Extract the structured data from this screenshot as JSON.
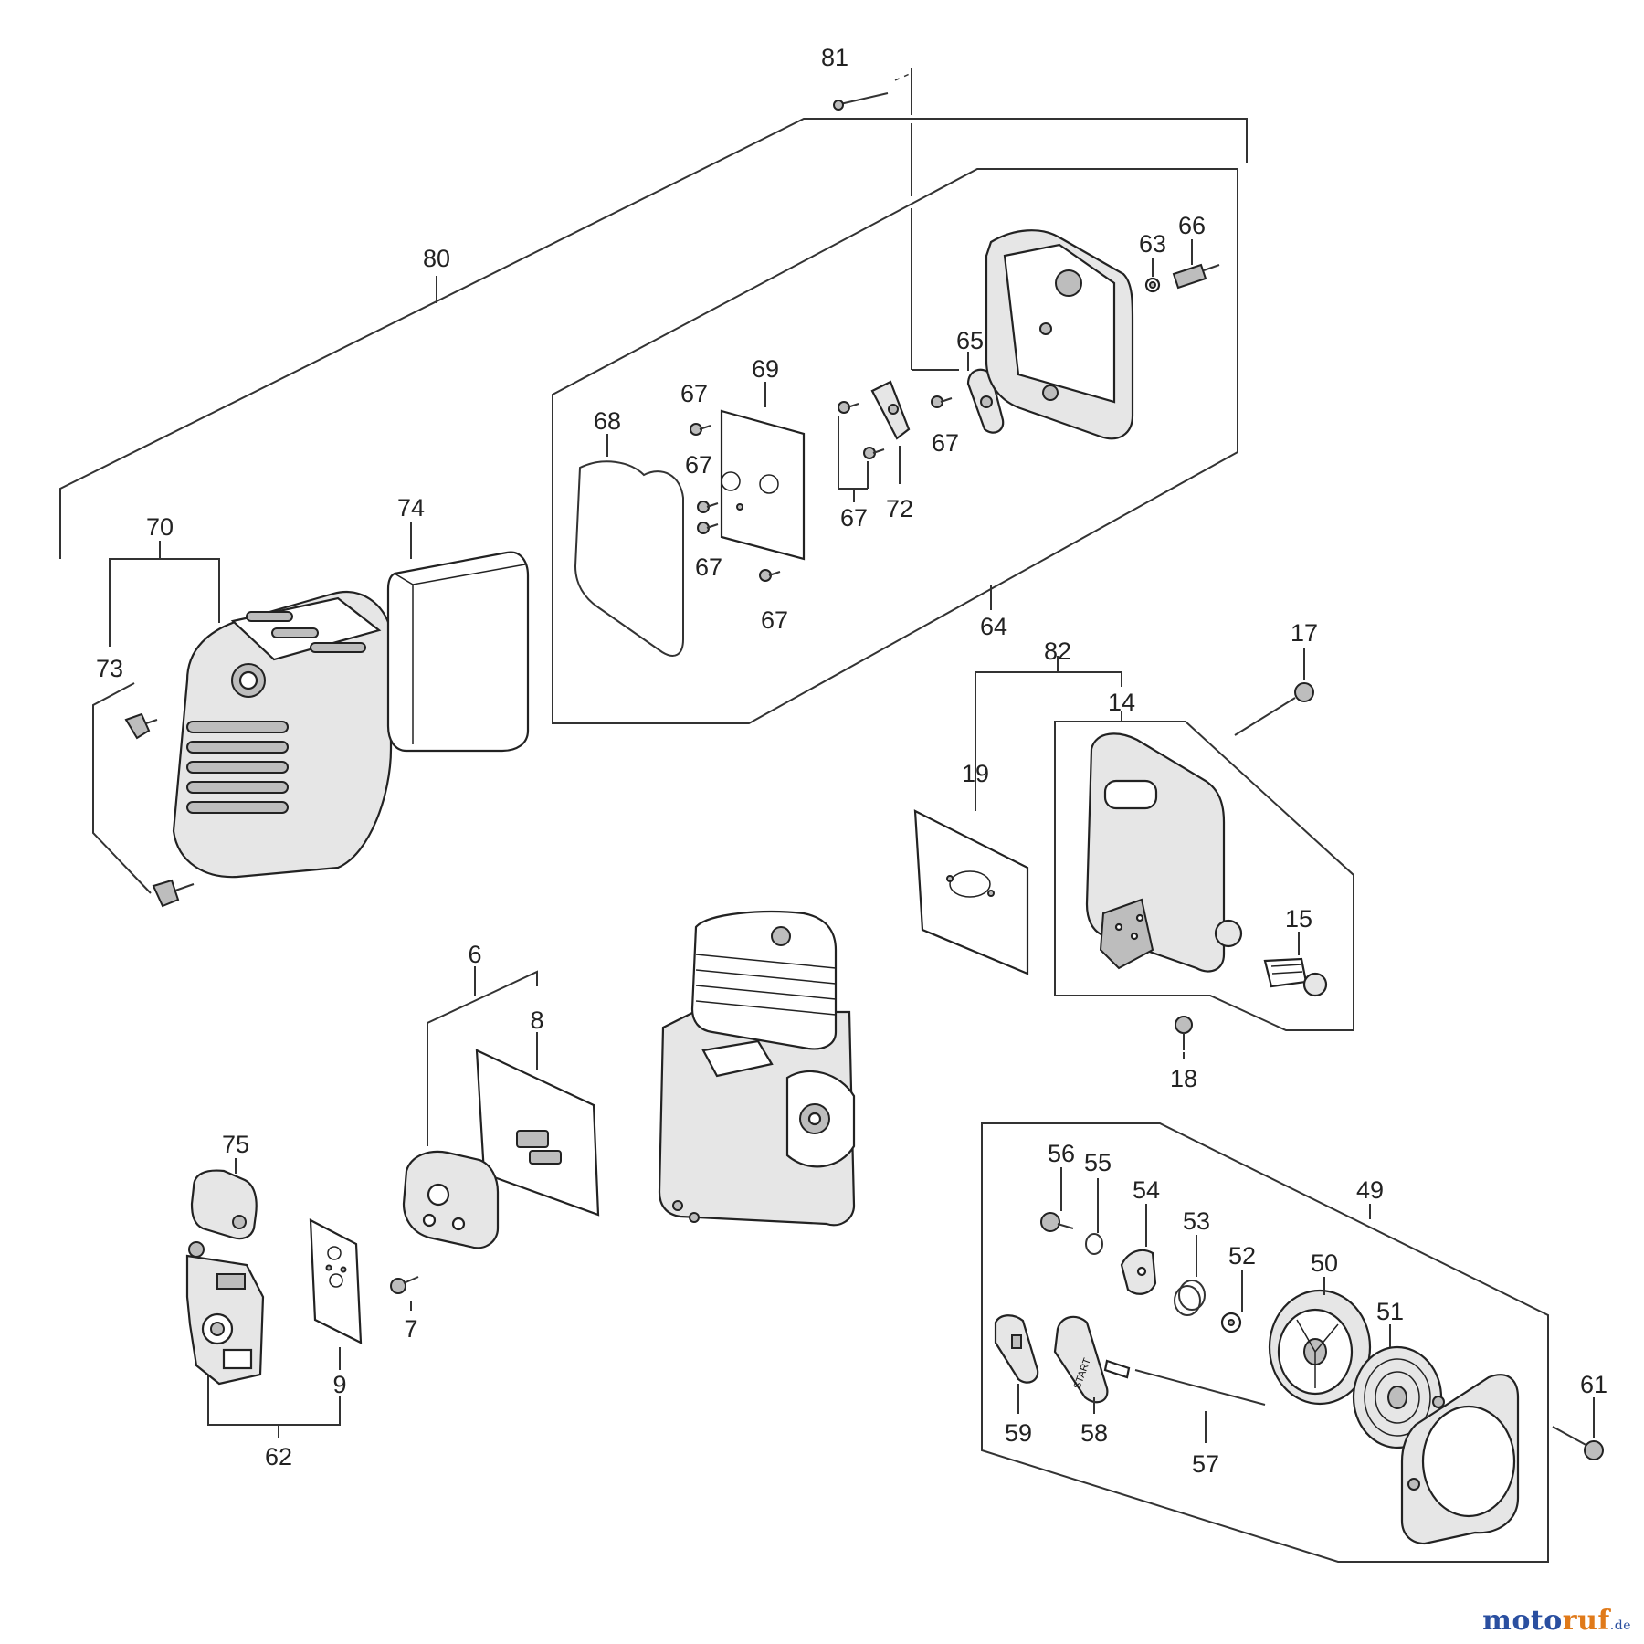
{
  "callouts": {
    "c81": "81",
    "c80": "80",
    "c66": "66",
    "c63": "63",
    "c65": "65",
    "c69": "69",
    "c67a": "67",
    "c67b": "67",
    "c67c": "67",
    "c67d": "67",
    "c67e": "67",
    "c67f": "67",
    "c68": "68",
    "c72": "72",
    "c64": "64",
    "c70": "70",
    "c73": "73",
    "c74": "74",
    "c82": "82",
    "c17": "17",
    "c14": "14",
    "c19": "19",
    "c15": "15",
    "c18": "18",
    "c6": "6",
    "c8": "8",
    "c75": "75",
    "c7": "7",
    "c9": "9",
    "c62": "62",
    "c56": "56",
    "c55": "55",
    "c54": "54",
    "c53": "53",
    "c52": "52",
    "c50": "50",
    "c49": "49",
    "c51": "51",
    "c61": "61",
    "c59": "59",
    "c58": "58",
    "c57": "57"
  },
  "parts_text": {
    "start_grip": "START"
  },
  "watermark": {
    "brand_a": "moto",
    "brand_b": "ruf",
    "suffix": ".de"
  },
  "colors": {
    "watermark_blue": "#2a4fa0",
    "watermark_orange": "#e07a1a"
  }
}
